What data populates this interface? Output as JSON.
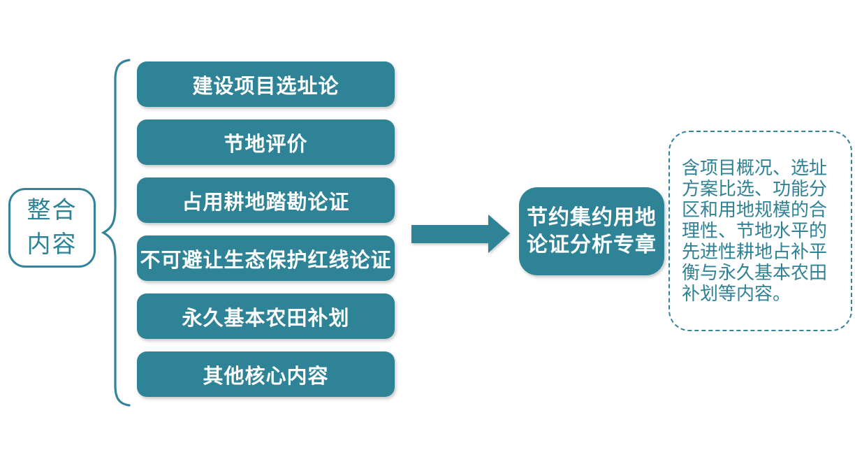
{
  "palette": {
    "teal_fill": "#2E8397",
    "teal_stroke": "#35839A",
    "teal_text": "#2F8296",
    "box_text": "#FFFFFF"
  },
  "left_label": {
    "lines": [
      "整合",
      "内容"
    ]
  },
  "list_items": [
    "建设项目选址论",
    "节地评价",
    "占用耕地踏勘论证",
    "不可避让生态保护红线论证",
    "永久基本农田补划",
    "其他核心内容"
  ],
  "result_box": {
    "lines": [
      "节约集约用地",
      "论证分析专章"
    ]
  },
  "note_box": {
    "lines": [
      "含项目概况、选址",
      "方案比选、功能分",
      "区和用地规模的合",
      "理性、节地水平的",
      "先进性耕地占补平",
      "衡与永久基本农田",
      "补划等内容。"
    ]
  }
}
